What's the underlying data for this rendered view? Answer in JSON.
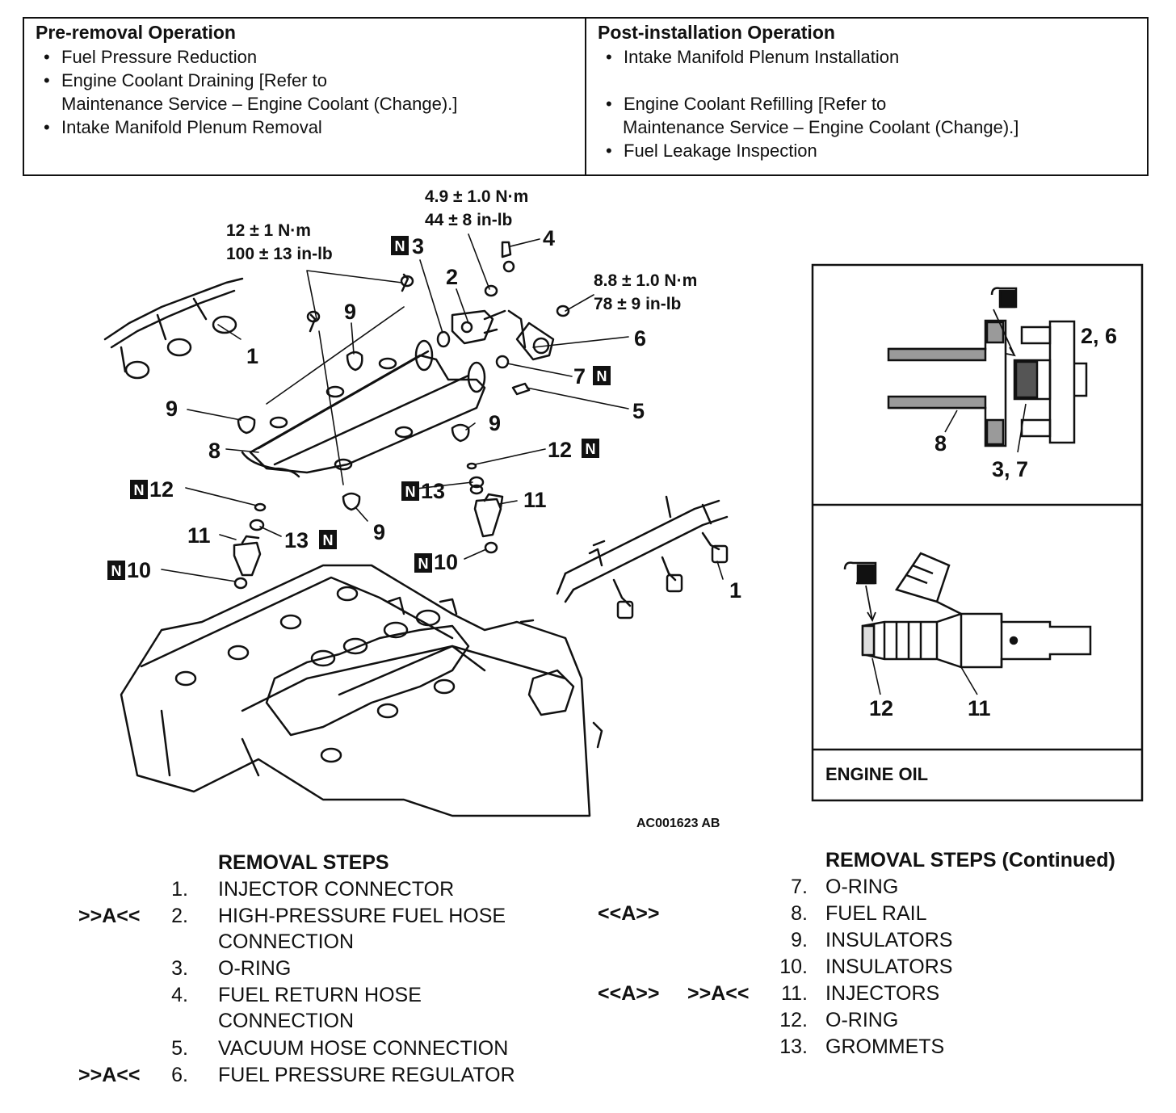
{
  "operations": {
    "pre_removal": {
      "title": "Pre-removal Operation",
      "items": [
        [
          "Fuel Pressure Reduction"
        ],
        [
          "Engine Coolant Draining [Refer to",
          "Maintenance Service – Engine Coolant (Change).]"
        ],
        [
          "Intake Manifold Plenum Removal"
        ]
      ]
    },
    "post_installation": {
      "title": "Post-installation Operation",
      "items": [
        [
          "Intake Manifold Plenum Installation"
        ],
        [
          "Engine Coolant Refilling [Refer to",
          "Maintenance Service – Engine Coolant (Change).]"
        ],
        [
          "Fuel Leakage Inspection"
        ]
      ]
    }
  },
  "torque_specs": {
    "t1_nm": "12 ± 1 N·m",
    "t1_inlb": "100 ± 13 in-lb",
    "t2_nm": "4.9 ± 1.0 N·m",
    "t2_inlb": "44 ± 8 in-lb",
    "t3_nm": "8.8 ± 1.0 N·m",
    "t3_inlb": "78 ± 9 in-lb"
  },
  "callouts": {
    "c1": "1",
    "c2": "2",
    "c3": "3",
    "c4": "4",
    "c5": "5",
    "c6": "6",
    "c7": "7",
    "c8": "8",
    "c9": "9",
    "c10": "10",
    "c11": "11",
    "c12": "12",
    "c13": "13",
    "new_mark": "N"
  },
  "detail": {
    "labels_top": {
      "a": "2, 6",
      "b": "8",
      "c": "3, 7"
    },
    "labels_bottom": {
      "a": "12",
      "b": "11"
    },
    "engine_oil": "ENGINE OIL"
  },
  "figure_code": "AC001623 AB",
  "removal_steps": {
    "title": "REMOVAL STEPS",
    "title_cont": "REMOVAL STEPS (Continued)",
    "left": [
      {
        "mark": "",
        "num": "1.",
        "lines": [
          "INJECTOR CONNECTOR"
        ]
      },
      {
        "mark": ">>A<<",
        "num": "2.",
        "lines": [
          "HIGH-PRESSURE FUEL HOSE",
          "CONNECTION"
        ]
      },
      {
        "mark": "",
        "num": "3.",
        "lines": [
          "O-RING"
        ]
      },
      {
        "mark": "",
        "num": "4.",
        "lines": [
          "FUEL RETURN HOSE",
          "CONNECTION"
        ]
      },
      {
        "mark": "",
        "num": "5.",
        "lines": [
          "VACUUM HOSE CONNECTION"
        ]
      },
      {
        "mark": ">>A<<",
        "num": "6.",
        "lines": [
          "FUEL PRESSURE REGULATOR"
        ]
      }
    ],
    "right": [
      {
        "mark1": "",
        "mark2": "",
        "num": "7.",
        "label": "O-RING"
      },
      {
        "mark1": "<<A>>",
        "mark2": "",
        "num": "8.",
        "label": "FUEL RAIL"
      },
      {
        "mark1": "",
        "mark2": "",
        "num": "9.",
        "label": "INSULATORS"
      },
      {
        "mark1": "",
        "mark2": "",
        "num": "10.",
        "label": "INSULATORS"
      },
      {
        "mark1": "<<A>>",
        "mark2": ">>A<<",
        "num": "11.",
        "label": "INJECTORS"
      },
      {
        "mark1": "",
        "mark2": "",
        "num": "12.",
        "label": "O-RING"
      },
      {
        "mark1": "",
        "mark2": "",
        "num": "13.",
        "label": "GROMMETS"
      }
    ]
  }
}
